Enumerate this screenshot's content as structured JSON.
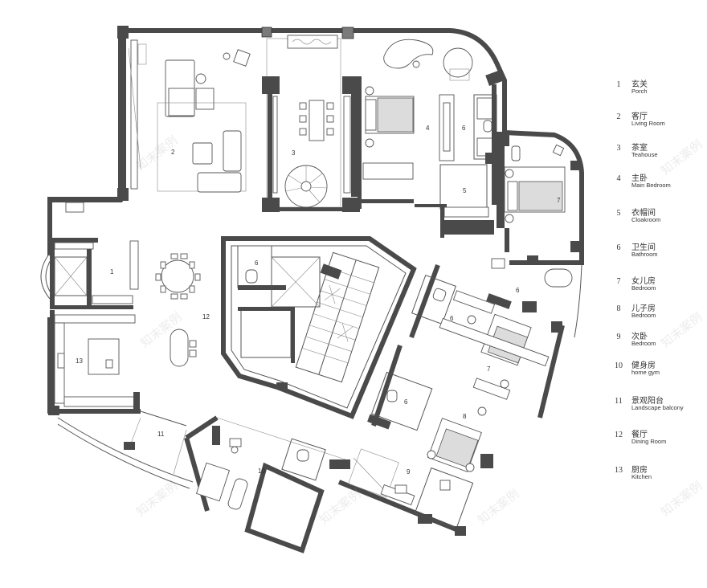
{
  "watermark": "知末案例",
  "legend": [
    {
      "num": "1",
      "zh": "玄关",
      "en": "Porch"
    },
    {
      "num": "2",
      "zh": "客厅",
      "en": "Living Room"
    },
    {
      "num": "3",
      "zh": "茶室",
      "en": "Teahouse"
    },
    {
      "num": "4",
      "zh": "主卧",
      "en": "Main Bedroom"
    },
    {
      "num": "5",
      "zh": "衣帽间",
      "en": "Cloakroom"
    },
    {
      "num": "6",
      "zh": "卫生间",
      "en": "Bathroom"
    },
    {
      "num": "7",
      "zh": "女儿房",
      "en": "Bedroom"
    },
    {
      "num": "8",
      "zh": "儿子房",
      "en": "Bedroom"
    },
    {
      "num": "9",
      "zh": "次卧",
      "en": "Bedroom"
    },
    {
      "num": "10",
      "zh": "健身房",
      "en": "home gym"
    },
    {
      "num": "11",
      "zh": "景观阳台",
      "en": "Landscape balcony"
    },
    {
      "num": "12",
      "zh": "餐厅",
      "en": "Dining Room"
    },
    {
      "num": "13",
      "zh": "厨房",
      "en": "Kitchen"
    }
  ],
  "plan_labels": {
    "porch": "1",
    "living": "2",
    "teahouse": "3",
    "main_bed": "4",
    "cloak": "5",
    "bath_master": "6",
    "bath_stair": "6",
    "bath_daughter": "6",
    "bath_right": "6",
    "bath_son": "6",
    "daughter_top": "7",
    "daughter": "7",
    "son": "8",
    "bedroom2": "9",
    "gym": "10",
    "balcony": "11",
    "dining": "12",
    "kitchen": "13"
  }
}
